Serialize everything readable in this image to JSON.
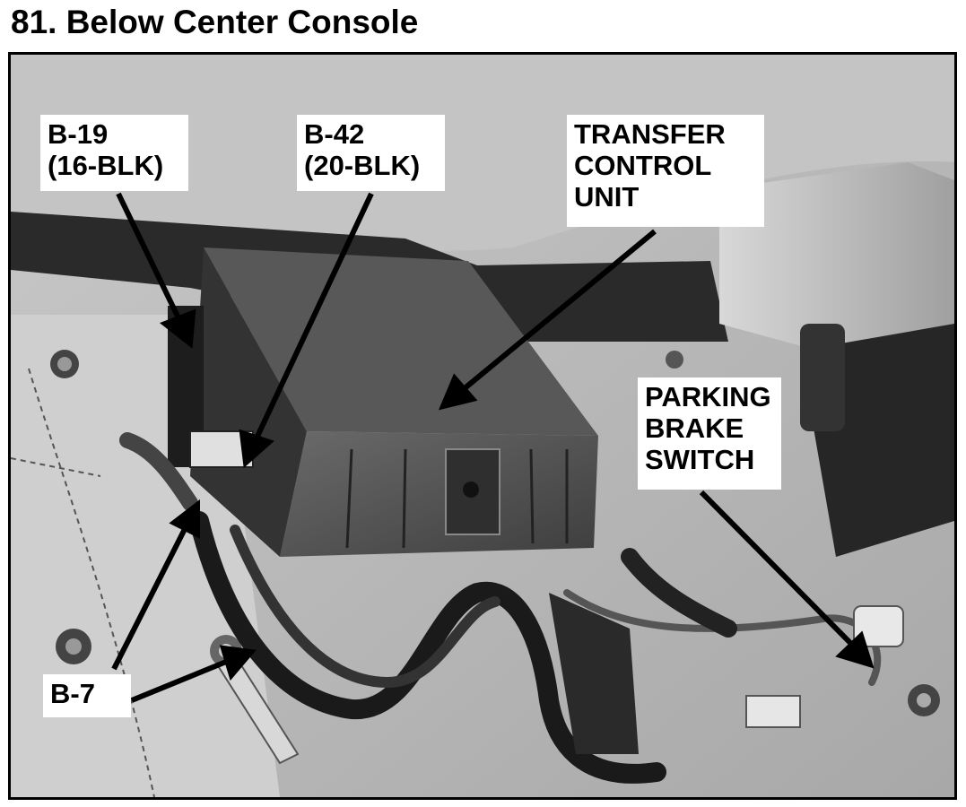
{
  "title": "81. Below Center Console",
  "labels": {
    "b19": "B-19\n(16-BLK)",
    "b42": "B-42\n(20-BLK)",
    "tcu": "TRANSFER\nCONTROL\nUNIT",
    "pbs": "PARKING\nBRAKE\nSWITCH",
    "b7": "B-7"
  }
}
